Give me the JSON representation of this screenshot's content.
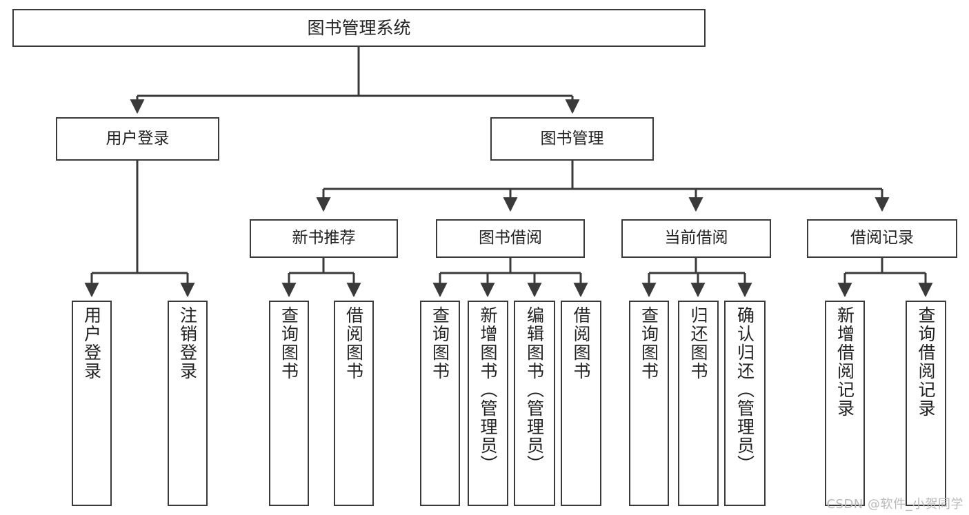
{
  "diagram": {
    "title": "图书管理系统",
    "watermark": "CSDN @软件_小贺同学",
    "line_color": "#3a3a3a",
    "box_border_color": "#3a3a3a",
    "background_color": "#ffffff",
    "text_color": "#222222",
    "root": {
      "label": "图书管理系统"
    },
    "level2": [
      {
        "label": "用户登录"
      },
      {
        "label": "图书管理"
      }
    ],
    "level3": [
      {
        "label": "新书推荐"
      },
      {
        "label": "图书借阅"
      },
      {
        "label": "当前借阅"
      },
      {
        "label": "借阅记录"
      }
    ],
    "leaves": {
      "user_login": [
        {
          "label": "用户登录"
        },
        {
          "label": "注销登录"
        }
      ],
      "new_book_recommend": [
        {
          "label": "查询图书"
        },
        {
          "label": "借阅图书"
        }
      ],
      "book_borrow": [
        {
          "label": "查询图书"
        },
        {
          "label": "新增图书（管理员）"
        },
        {
          "label": "编辑图书（管理员）"
        },
        {
          "label": "借阅图书"
        }
      ],
      "current_borrow": [
        {
          "label": "查询图书"
        },
        {
          "label": "归还图书"
        },
        {
          "label": "确认归还（管理员）"
        }
      ],
      "borrow_record": [
        {
          "label": "新增借阅记录"
        },
        {
          "label": "查询借阅记录"
        }
      ]
    }
  }
}
